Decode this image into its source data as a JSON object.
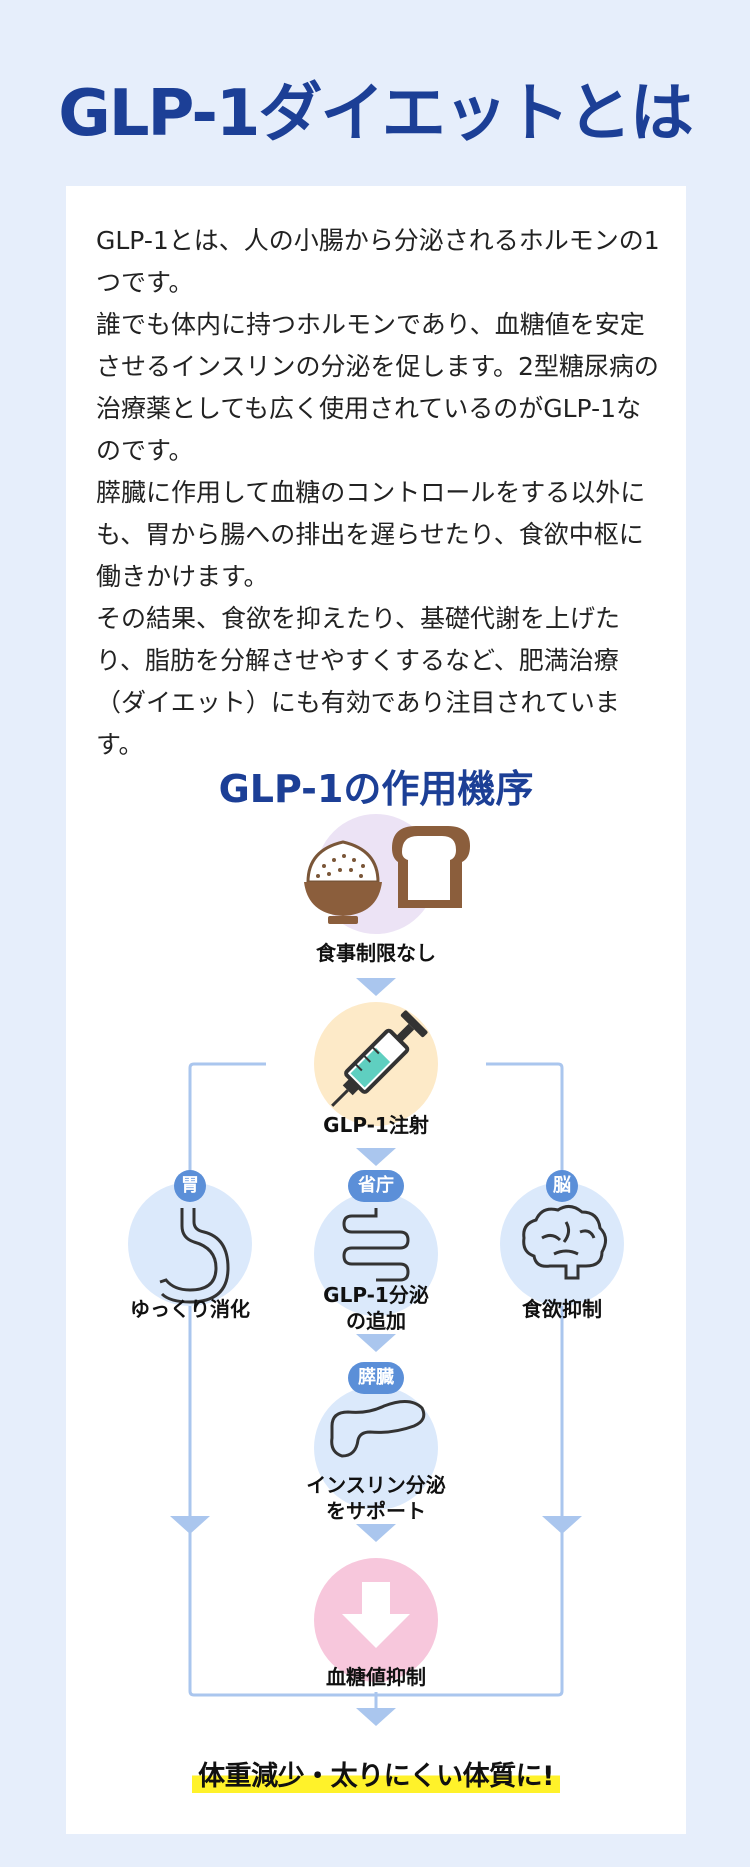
{
  "title": "GLP-1ダイエットとは",
  "intro": {
    "paragraphs": [
      "GLP-1とは、人の小腸から分泌されるホルモンの1つです。",
      "誰でも体内に持つホルモンであり、血糖値を安定させるインスリンの分泌を促します。2型糖尿病の治療薬としても広く使用されているのがGLP-1なのです。",
      "膵臓に作用して血糖のコントロールをする以外にも、胃から腸への排出を遅らせたり、食欲中枢に働きかけます。",
      "その結果、食欲を抑えたり、基礎代謝を上げたり、脂肪を分解させやすくするなど、肥満治療（ダイエット）にも有効であり注目されています。"
    ]
  },
  "mechanism": {
    "title": "GLP-1の作用機序",
    "steps": {
      "food": "食事制限なし",
      "injection": "GLP-1注射",
      "stomach_tag": "胃",
      "stomach": "ゆっくり消化",
      "intestine_tag": "省庁",
      "intestine_line1": "GLP-1分泌",
      "intestine_line2": "の追加",
      "brain_tag": "脳",
      "brain": "食欲抑制",
      "pancreas_tag": "膵臓",
      "pancreas_line1": "インスリン分泌",
      "pancreas_line2": "をサポート",
      "result": "血糖値抑制"
    },
    "conclusion": "体重減少・太りにくい体質に!"
  },
  "colors": {
    "background": "#e6eefb",
    "title": "#1c3f96",
    "connector": "#aac6ee",
    "tag": "#5b8fd8",
    "highlight": "#fff22a"
  }
}
